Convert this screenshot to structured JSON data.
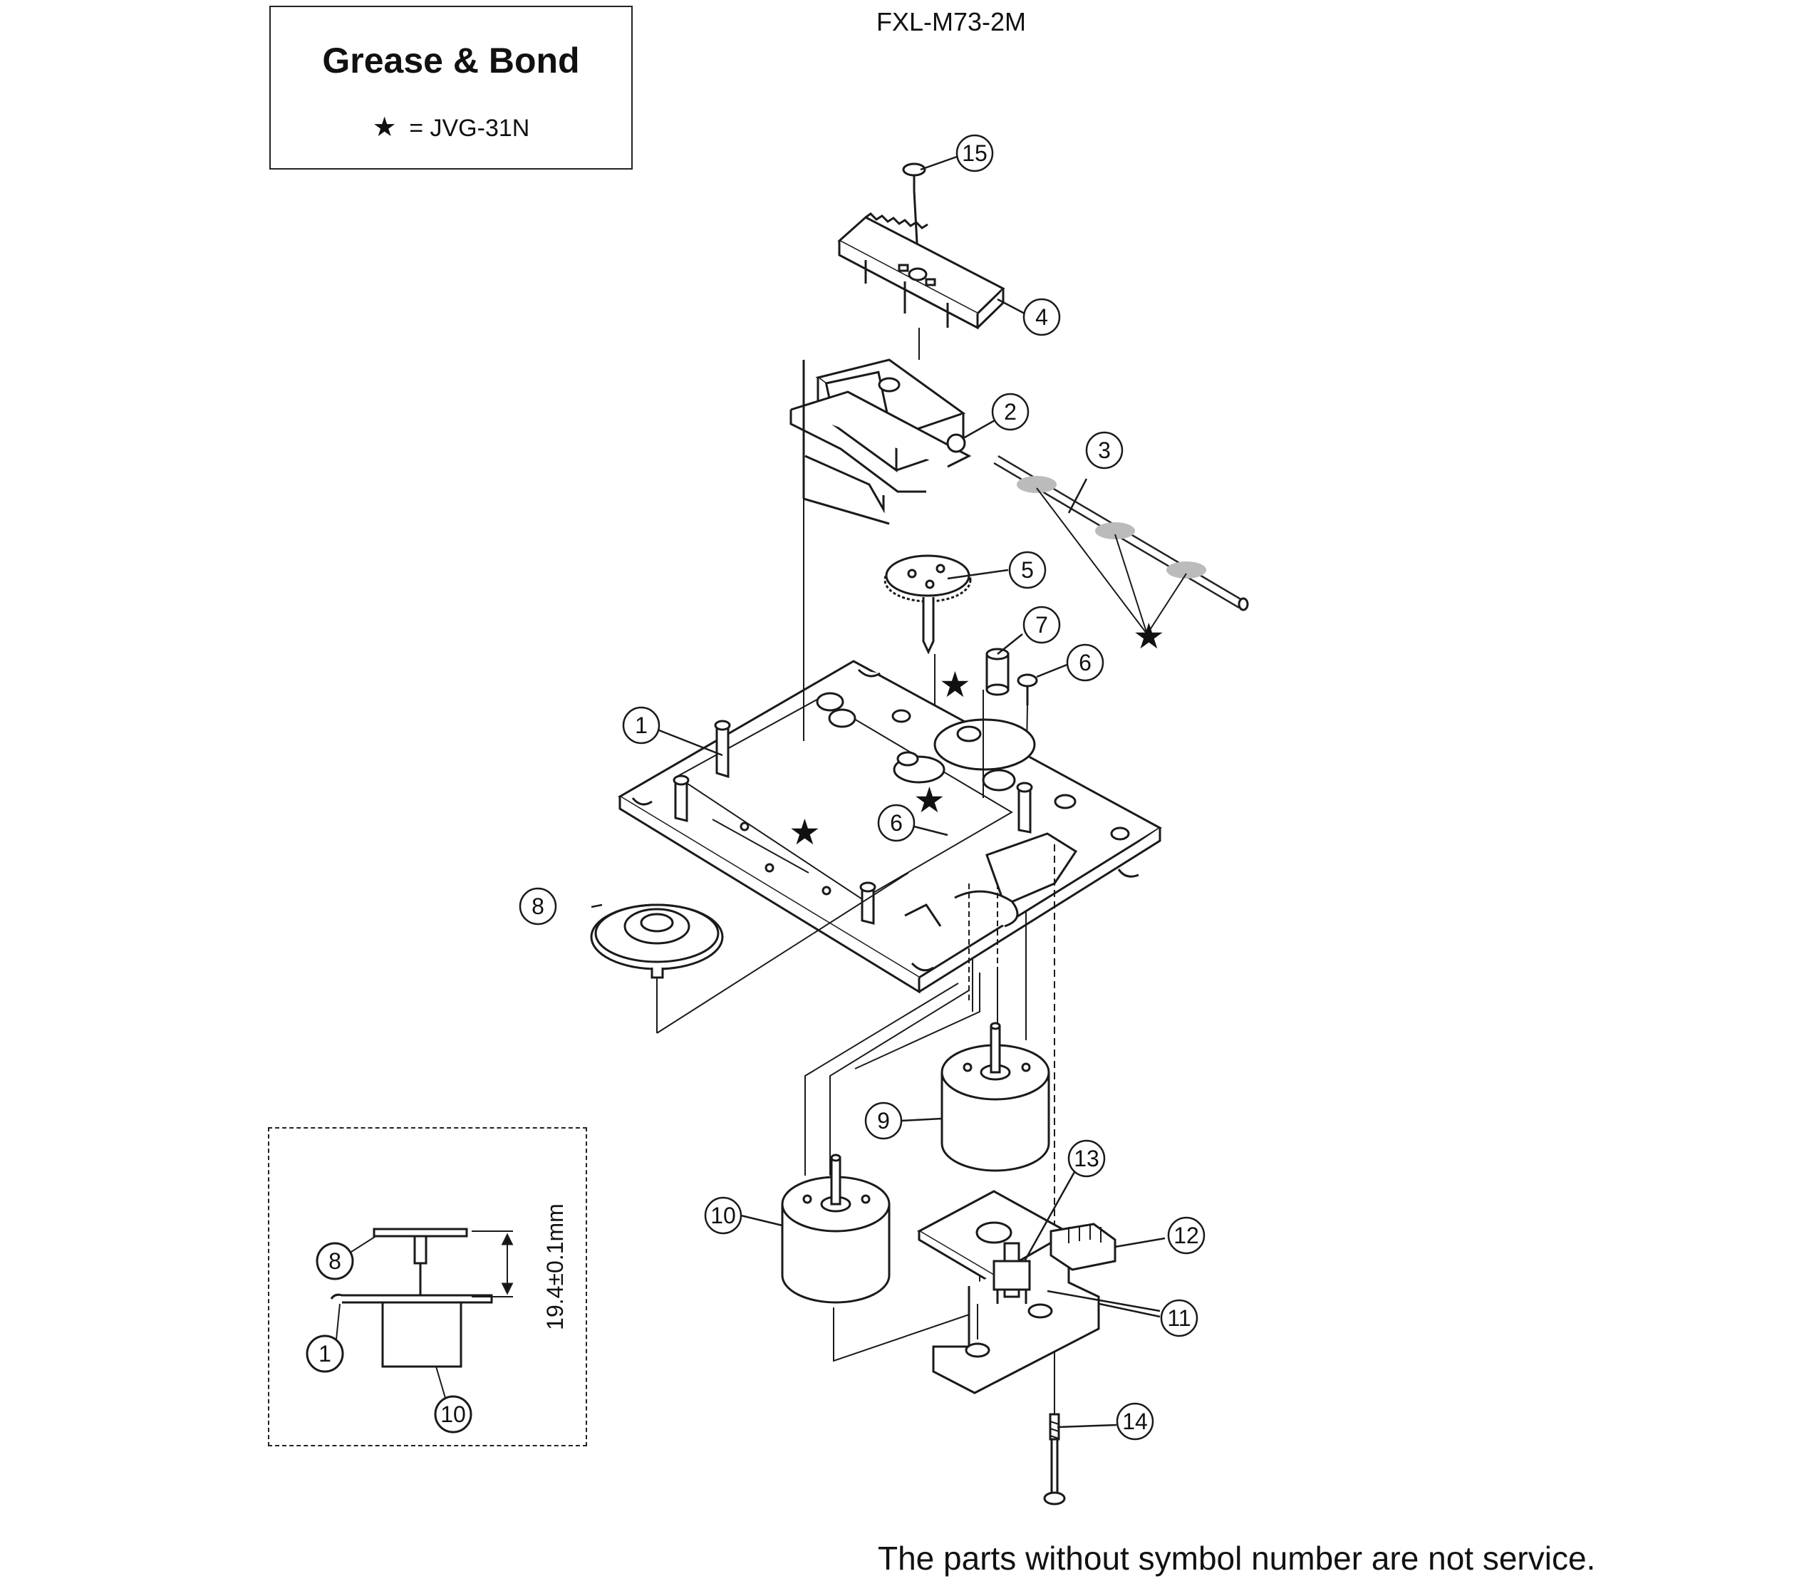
{
  "model_code": "FXL-M73-2M",
  "legend": {
    "title": "Grease & Bond",
    "symbol": "★",
    "entry_text": "= JVG-31N"
  },
  "callouts": [
    "1",
    "2",
    "3",
    "4",
    "5",
    "6",
    "7",
    "8",
    "9",
    "10",
    "11",
    "12",
    "13",
    "14",
    "15"
  ],
  "detail": {
    "dimension": "19.4±0.1mm",
    "callouts": [
      "8",
      "1",
      "10"
    ]
  },
  "footer_note": "The parts without symbol number are not service.",
  "colors": {
    "line": "#1a1a1a",
    "background": "#ffffff"
  }
}
